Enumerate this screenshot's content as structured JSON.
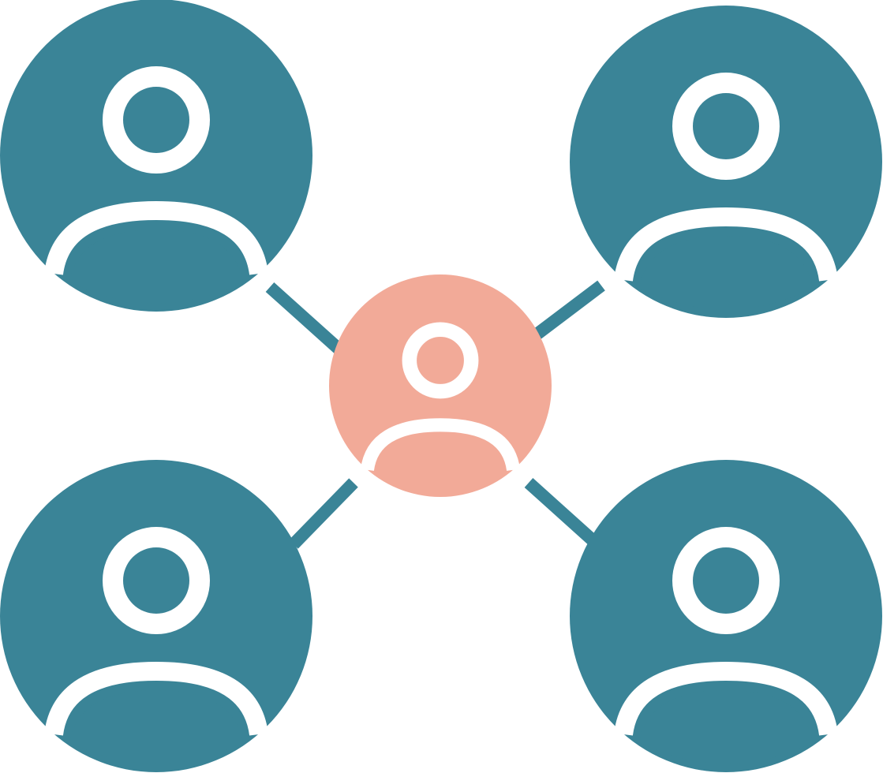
{
  "icon": {
    "name": "user-network-icon",
    "colors": {
      "peer": "#3A8497",
      "center": "#F2AA98",
      "cutout": "#FFFFFF"
    },
    "nodes": [
      {
        "name": "peer-user-top-left-icon",
        "role": "peer"
      },
      {
        "name": "peer-user-top-right-icon",
        "role": "peer"
      },
      {
        "name": "peer-user-bottom-left-icon",
        "role": "peer"
      },
      {
        "name": "peer-user-bottom-right-icon",
        "role": "peer"
      },
      {
        "name": "center-user-icon",
        "role": "center"
      }
    ],
    "connectors": [
      {
        "name": "connector-top-left"
      },
      {
        "name": "connector-top-right"
      },
      {
        "name": "connector-bottom-left"
      },
      {
        "name": "connector-bottom-right"
      }
    ]
  }
}
